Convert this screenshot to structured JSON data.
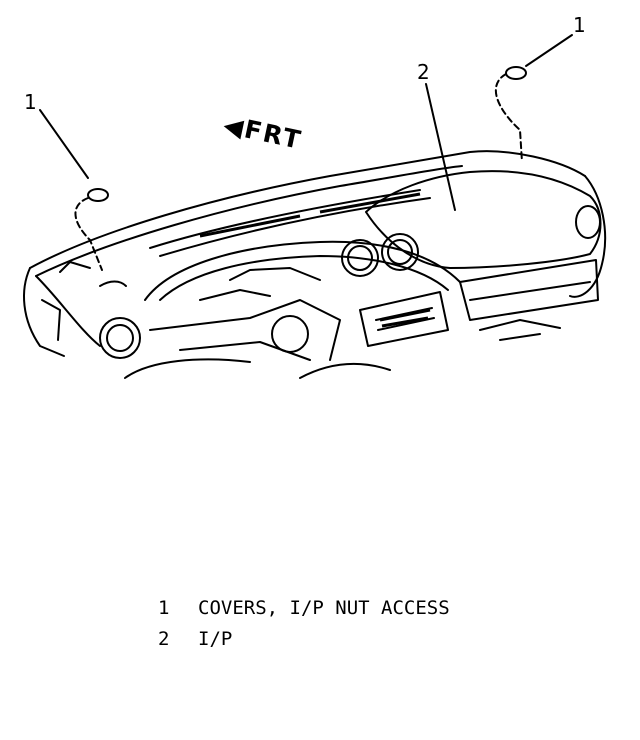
{
  "figure": {
    "direction_label": "FRT",
    "callouts": [
      {
        "id": "1",
        "label": "1"
      },
      {
        "id": "1b",
        "label": "1"
      },
      {
        "id": "2",
        "label": "2"
      }
    ]
  },
  "legend": {
    "items": [
      {
        "num": "1",
        "text": "COVERS, I/P NUT ACCESS"
      },
      {
        "num": "2",
        "text": "I/P"
      }
    ]
  }
}
